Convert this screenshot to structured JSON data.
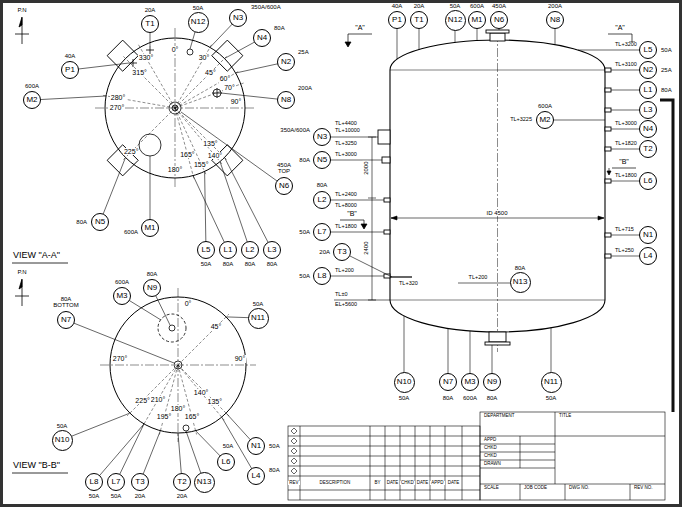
{
  "diagram": {
    "nodes": [
      {
        "text": [
          "T1"
        ]
      },
      {
        "text": [
          "N12"
        ]
      },
      {
        "text": [
          "N3"
        ]
      },
      {
        "text": [
          "N4"
        ]
      },
      {
        "text": [
          "N2"
        ]
      },
      {
        "text": [
          "N8"
        ]
      },
      {
        "text": [
          "N6"
        ]
      },
      {
        "text": [
          "P1"
        ]
      },
      {
        "text": [
          "M2"
        ]
      },
      {
        "text": [
          "N5"
        ]
      },
      {
        "text": [
          "M1"
        ]
      },
      {
        "text": [
          "L5"
        ]
      },
      {
        "text": [
          "L1"
        ]
      },
      {
        "text": [
          "L2"
        ]
      },
      {
        "text": [
          "L3"
        ]
      },
      {
        "text": [
          "M3"
        ]
      },
      {
        "text": [
          "N9"
        ]
      },
      {
        "text": [
          "N7"
        ]
      },
      {
        "text": [
          "N11"
        ]
      },
      {
        "text": [
          "N10"
        ]
      },
      {
        "text": [
          "N1"
        ]
      },
      {
        "text": [
          "L4"
        ]
      },
      {
        "text": [
          "L8"
        ]
      },
      {
        "text": [
          "L7"
        ]
      },
      {
        "text": [
          "T3"
        ]
      },
      {
        "text": [
          "T2"
        ]
      },
      {
        "text": [
          "N13"
        ]
      },
      {
        "text": [
          "L6"
        ]
      },
      {
        "text": [
          "P1"
        ]
      },
      {
        "text": [
          "T1"
        ]
      },
      {
        "text": [
          "N12"
        ]
      },
      {
        "text": [
          "M1"
        ]
      },
      {
        "text": [
          "N6"
        ]
      },
      {
        "text": [
          "N8"
        ]
      },
      {
        "text": [
          "L5"
        ]
      },
      {
        "text": [
          "N2"
        ]
      },
      {
        "text": [
          "L1"
        ]
      },
      {
        "text": [
          "L3"
        ]
      },
      {
        "text": [
          "N4"
        ]
      },
      {
        "text": [
          "T2"
        ]
      },
      {
        "text": [
          "L6"
        ]
      },
      {
        "text": [
          "N1"
        ]
      },
      {
        "text": [
          "L4"
        ]
      },
      {
        "text": [
          "N3"
        ]
      },
      {
        "text": [
          "N5"
        ]
      },
      {
        "text": [
          "L2"
        ]
      },
      {
        "text": [
          "L7"
        ]
      },
      {
        "text": [
          "T3"
        ]
      },
      {
        "text": [
          "L8"
        ]
      },
      {
        "text": [
          "M2"
        ]
      },
      {
        "text": [
          "N13"
        ]
      },
      {
        "text": [
          "N10"
        ]
      },
      {
        "text": [
          "N7"
        ]
      },
      {
        "text": [
          "M3"
        ]
      },
      {
        "text": [
          "N9"
        ]
      },
      {
        "text": [
          "N11"
        ]
      }
    ],
    "labels": [
      "P.N",
      "20A",
      "50A",
      "350A/600A",
      "80A",
      "25A",
      "200A",
      "450A TOP",
      "40A",
      "600A",
      "80A",
      "600A",
      "50A",
      "80A",
      "80A",
      "80A",
      "VIEW \"A-A\"",
      "330°",
      "0°",
      "30°",
      "45°",
      "60°",
      "70°",
      "90°",
      "135°",
      "140°",
      "155°",
      "165°",
      "180°",
      "225°",
      "270°",
      "280°",
      "315°",
      "P.N",
      "600A",
      "80A",
      "80A BOTTOM",
      "50A",
      "50A",
      "50A",
      "80A",
      "50A",
      "50A",
      "50A",
      "20A",
      "20A",
      "VIEW \"B-B\"",
      "0°",
      "45°",
      "90°",
      "135°",
      "140°",
      "165°",
      "180°",
      "195°",
      "210°",
      "225°",
      "270°",
      "40A",
      "20A",
      "50A",
      "600A",
      "450A",
      "200A",
      "\"A\"",
      "\"A\"",
      "TL+3200",
      "50A",
      "TL+3100",
      "25A",
      "80A",
      "TL+3000",
      "TL+1820",
      "\"B\"",
      "TL+1800",
      "TL+715",
      "TL+250",
      "350A/600A",
      "TL+4400",
      "TL+10000",
      "TL+3250",
      "80A",
      "TL+3000",
      "2000",
      "80A",
      "TL+2400",
      "TL+8000",
      "\"B\"",
      "50A",
      "TL+1800",
      "20A",
      "2400",
      "TL+320",
      "50A",
      "TL+200",
      "TL±0",
      "EL+5600",
      "TL+3225",
      "600A",
      "ID 4500",
      "80A",
      "TL+200",
      "50A",
      "80A",
      "600A",
      "80A",
      "50A",
      "REV",
      "DESCRIPTION",
      "BY",
      "DATE",
      "CHKD",
      "DATE",
      "APPD",
      "DATE",
      "DEPARTMENT",
      "TITLE",
      "APPD",
      "CHKD",
      "CHKD",
      "DRAWN",
      "SCALE",
      "JOB CODE",
      "DWG NO.",
      "REV NO."
    ]
  }
}
